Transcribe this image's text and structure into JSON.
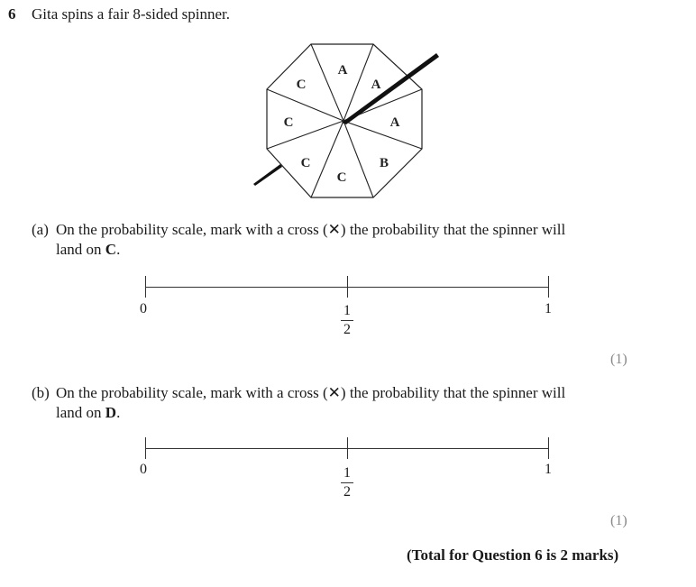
{
  "question": {
    "number": "6",
    "text": "Gita spins a fair 8-sided spinner."
  },
  "spinner": {
    "sectors": [
      "A",
      "A",
      "A",
      "B",
      "C",
      "C",
      "C",
      "C"
    ],
    "sector_labels_clockwise_from_top": [
      "A",
      "A",
      "A",
      "B",
      "C",
      "C",
      "C",
      "C"
    ]
  },
  "parts": [
    {
      "label": "(a)",
      "text_before": "On the probability scale, mark with a cross (✕) the probability that the spinner will",
      "text_line2_prefix": "land on ",
      "letter": "C",
      "text_line2_suffix": ".",
      "scale": {
        "left": "0",
        "mid_num": "1",
        "mid_den": "2",
        "right": "1"
      },
      "marks": "(1)"
    },
    {
      "label": "(b)",
      "text_before": "On the probability scale, mark with a cross (✕) the probability that the spinner will",
      "text_line2_prefix": "land on ",
      "letter": "D",
      "text_line2_suffix": ".",
      "scale": {
        "left": "0",
        "mid_num": "1",
        "mid_den": "2",
        "right": "1"
      },
      "marks": "(1)"
    }
  ],
  "total": "(Total for Question 6 is 2 marks)"
}
